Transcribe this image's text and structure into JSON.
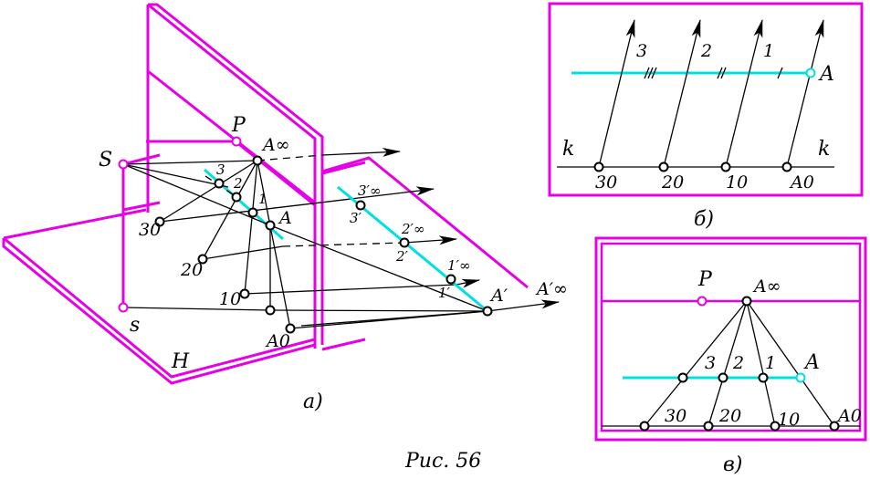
{
  "colors": {
    "plane": "#e600e6",
    "line": "#00e0e0",
    "ink": "#000000",
    "bg": "#ffffff"
  },
  "caption": "Рис. 56",
  "panel_a": {
    "tag": "а)",
    "labels": {
      "P": "P",
      "S": "S",
      "s": "s",
      "H": "H",
      "A_inf": "A∞",
      "A": "A",
      "A0": "A0",
      "p3": "3",
      "p2": "2",
      "p1": "1",
      "p30": "30",
      "p20": "20",
      "p10": "10",
      "A_prime": "A′",
      "A_inf_prime": "A′∞",
      "p3_prime": "3′",
      "p2_prime": "2′",
      "p1_prime": "1′",
      "p3_inf": "3′∞",
      "p2_inf": "2′∞",
      "p1_inf": "1′∞"
    }
  },
  "panel_b": {
    "tag": "б)",
    "labels": {
      "k_left": "k",
      "k_right": "k",
      "A": "A",
      "n3": "3",
      "n2": "2",
      "n1": "1",
      "b30": "30",
      "b20": "20",
      "b10": "10",
      "bA0": "A0"
    }
  },
  "panel_v": {
    "tag": "в)",
    "labels": {
      "P": "P",
      "A_inf": "A∞",
      "A": "A",
      "n3": "3",
      "n2": "2",
      "n1": "1",
      "v30": "30",
      "v20": "20",
      "v10": "10",
      "vA0": "A0"
    }
  }
}
